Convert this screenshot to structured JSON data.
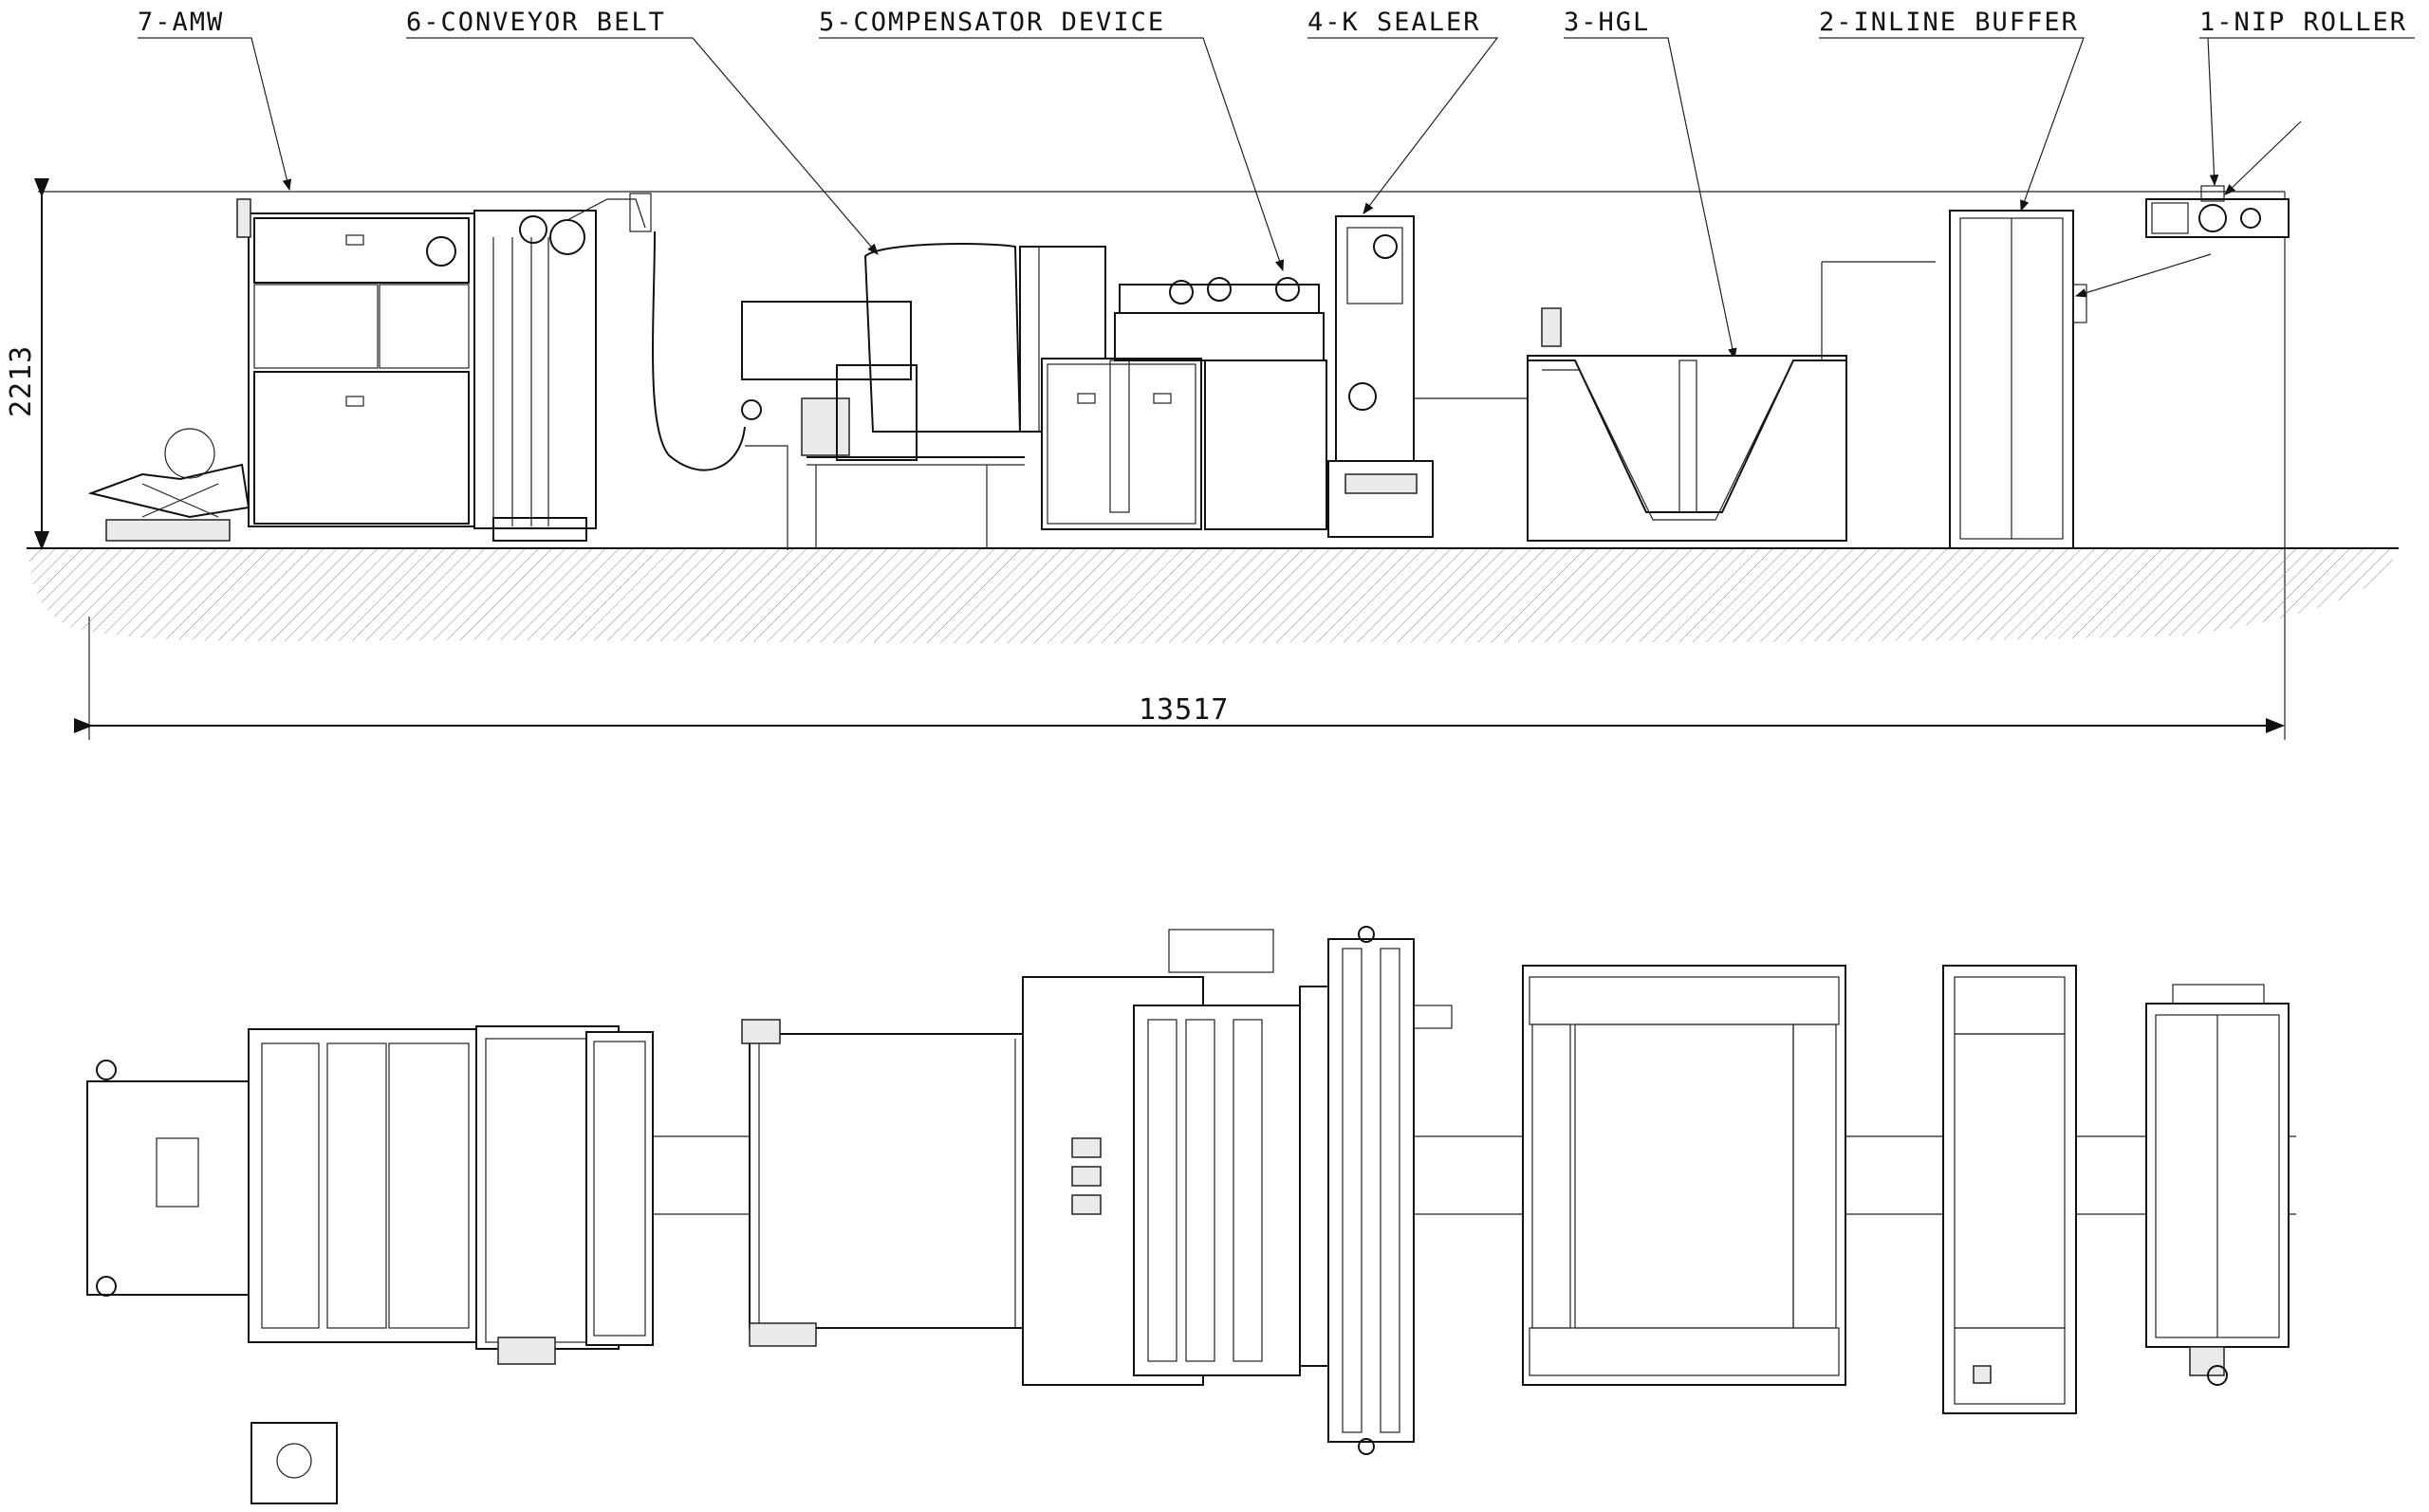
{
  "labels": {
    "l7": "7-AMW",
    "l6": "6-CONVEYOR BELT",
    "l5": "5-COMPENSATOR DEVICE",
    "l4": "4-K SEALER",
    "l3": "3-HGL",
    "l2": "2-INLINE BUFFER",
    "l1": "1-NIP ROLLER"
  },
  "dimensions": {
    "height": "2213",
    "length": "13517"
  }
}
